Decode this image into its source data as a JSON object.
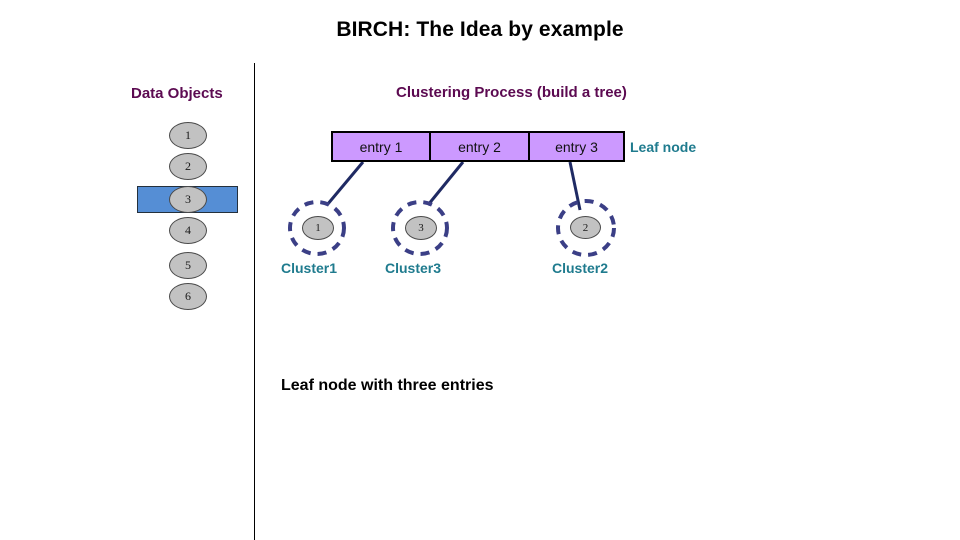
{
  "slide": {
    "title": "BIRCH: The Idea by example",
    "bottom_caption": "Leaf node with three entries"
  },
  "left_panel": {
    "heading": "Data Objects",
    "objects": [
      {
        "label": "1"
      },
      {
        "label": "2"
      },
      {
        "label": "3"
      },
      {
        "label": "4"
      },
      {
        "label": "5"
      },
      {
        "label": "6"
      }
    ],
    "highlighted_object": "3"
  },
  "right_panel": {
    "heading": "Clustering Process  (build a tree)",
    "leaf_node_label": "Leaf node",
    "entries": [
      {
        "label": "entry 1"
      },
      {
        "label": "entry 2"
      },
      {
        "label": "entry 3"
      }
    ],
    "clusters": [
      {
        "caption": "Cluster1",
        "member": "1"
      },
      {
        "caption": "Cluster3",
        "member": "3"
      },
      {
        "caption": "Cluster2",
        "member": "2"
      }
    ]
  },
  "colors": {
    "heading_purple": "#5c0a51",
    "entry_fill": "#cc99ff",
    "entry_border": "#000000",
    "highlight_blue": "#558ed5",
    "object_gray": "#c2c2c2",
    "caption_teal": "#1f7b8e",
    "connector_navy": "#1f2a63",
    "dashed_circle_navy": "#3b3f86"
  }
}
